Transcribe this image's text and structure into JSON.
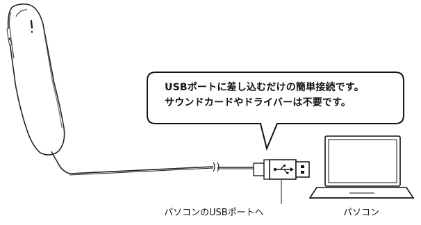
{
  "callout": {
    "line1": "USBポートに差し込むだけの簡単接続です。",
    "line2": "サウンドカードやドライバーは不要です。"
  },
  "labels": {
    "usb_port": "パソコンのUSBポートへ",
    "pc": "パソコン"
  },
  "icons": {
    "handset": "handset-icon",
    "usb_connector": "usb-connector-icon",
    "laptop": "laptop-icon",
    "usb_symbol": "usb-symbol-icon"
  }
}
